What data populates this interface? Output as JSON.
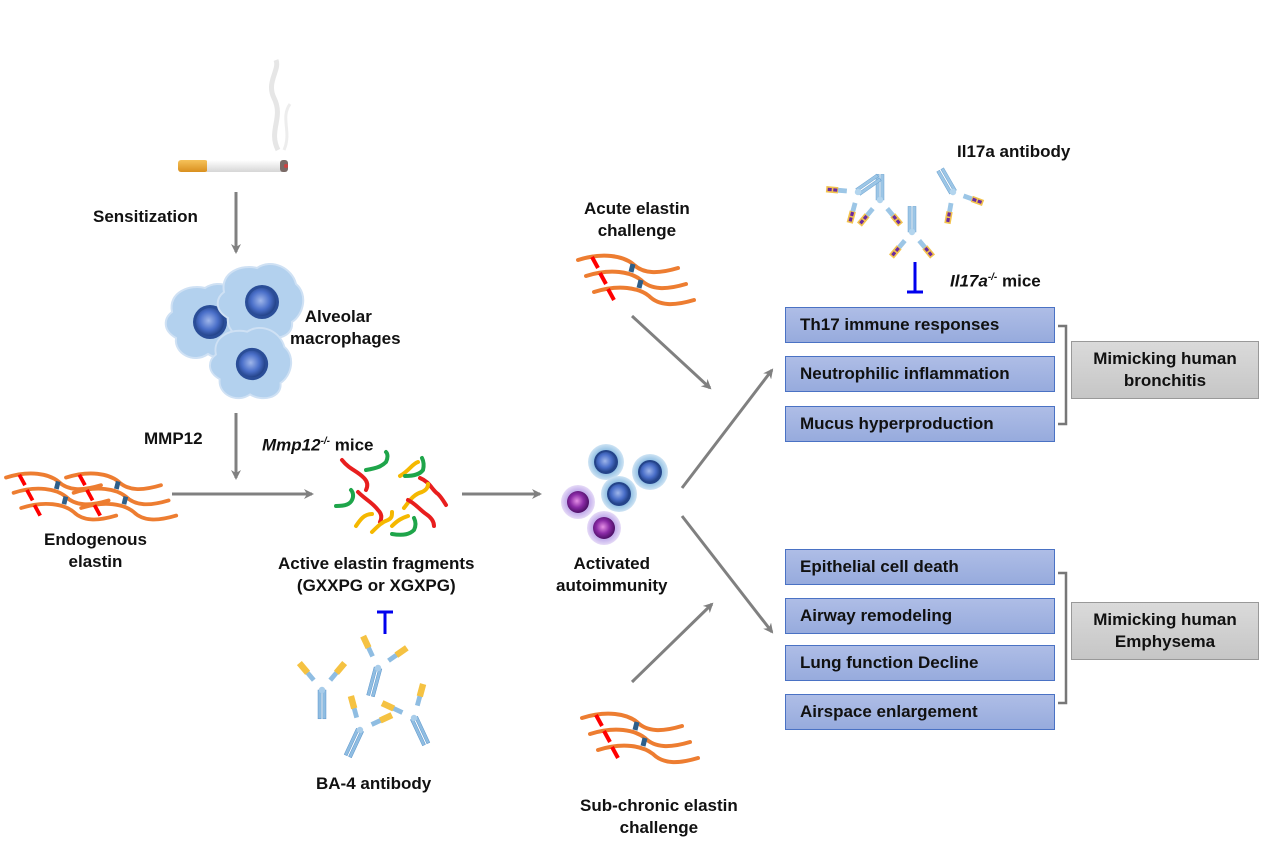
{
  "diagram": {
    "type": "pathway-schematic",
    "left_pathway": {
      "trigger_label": "Sensitization",
      "cells_label": [
        "Alveolar",
        "macrophages"
      ],
      "enzyme_label": "MMP12",
      "knockout_label": {
        "gene": "Mmp12",
        "superscript": "-/-",
        "suffix": " mice"
      },
      "substrate_label": [
        "Endogenous",
        "elastin"
      ],
      "product_label": [
        "Active elastin fragments",
        "(GXXPG or XGXPG)"
      ],
      "inhibitor_label": "BA-4 antibody"
    },
    "center": {
      "acute_label": [
        "Acute elastin",
        "challenge"
      ],
      "autoimmunity_label": [
        "Activated",
        "autoimmunity"
      ],
      "subchronic_label": [
        "Sub-chronic elastin",
        "challenge"
      ]
    },
    "right_top": {
      "antibody_label": "Il17a antibody",
      "knockout_label": {
        "gene": "Il17a",
        "superscript": "-/-",
        "suffix": " mice"
      },
      "outcomes": [
        "Th17 immune responses",
        "Neutrophilic inflammation",
        "Mucus hyperproduction"
      ],
      "summary": [
        "Mimicking human",
        "bronchitis"
      ]
    },
    "right_bottom": {
      "outcomes": [
        "Epithelial cell death",
        "Airway remodeling",
        "Lung function Decline",
        "Airspace enlargement"
      ],
      "summary": [
        "Mimicking human",
        "Emphysema"
      ]
    },
    "colors": {
      "arrow": "#808080",
      "inhibition": "#0000ee",
      "elastin_fiber": "#ed7d31",
      "crosslink_red": "#ff0000",
      "crosslink_blue": "#2e5f8a",
      "outcome_box": "#a3b4e2",
      "outcome_border": "#4a72c4",
      "summary_box": "#d0d0d0"
    }
  }
}
